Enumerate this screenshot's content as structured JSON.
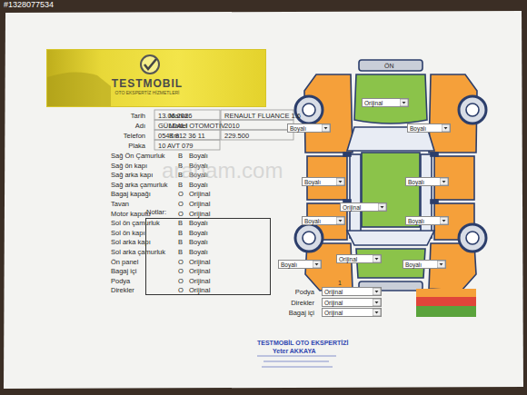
{
  "diagram": {
    "nodes": [
      {
        "text": [
          "TESTMOBIL",
          "OTO EKSPERTİZ HİZMETLERİ"
        ]
      },
      {
        "text": [
          "Notlar:"
        ]
      },
      {
        "text": [
          "Orijinal"
        ]
      },
      {
        "text": [
          "Boyalı"
        ]
      },
      {
        "text": [
          "Boyalı"
        ]
      },
      {
        "text": [
          "Boyalı"
        ]
      },
      {
        "text": [
          "Boyalı"
        ]
      },
      {
        "text": [
          "Orijinal"
        ]
      },
      {
        "text": [
          "Boyalı"
        ]
      },
      {
        "text": [
          "Boyalı"
        ]
      },
      {
        "text": [
          "Orijinal"
        ]
      },
      {
        "text": [
          "Boyalı"
        ]
      },
      {
        "text": [
          "Boyalı"
        ]
      },
      {
        "text": [
          "Orijinal"
        ]
      },
      {
        "text": [
          "Orijinal"
        ]
      },
      {
        "text": [
          "Orijinal"
        ]
      }
    ],
    "labels": [
      "#1328077534",
      "Tarih",
      "13.06.2026",
      "Adı",
      "GÜLDALI OTOMOTİV",
      "Telefon",
      "0543 812 36 11",
      "Plaka",
      "10 AVT 079",
      "Marka",
      "RENAULT FLUANCE 1.6",
      "Model",
      "2010",
      "Km",
      "229.500",
      "Sağ Ön Çamurluk",
      "B",
      "Boyalı",
      "Sağ ön kapı",
      "B",
      "Boyalı",
      "Sağ arka kapı",
      "B",
      "Boyalı",
      "Sağ arka çamurluk",
      "B",
      "Boyalı",
      "Bagaj kapağı",
      "O",
      "Orijinal",
      "Tavan",
      "O",
      "Orijinal",
      "Motor kaputu",
      "O",
      "Orijinal",
      "Sol ön çamurluk",
      "B",
      "Boyalı",
      "Sol ön kapı",
      "B",
      "Boyalı",
      "Sol arka kapı",
      "B",
      "Boyalı",
      "Sol arka çamurluk",
      "B",
      "Boyalı",
      "Ön panel",
      "O",
      "Orijinal",
      "Bagaj içi",
      "O",
      "Orijinal",
      "Podya",
      "O",
      "Orijinal",
      "Direkler",
      "O",
      "Orijinal",
      "ÖN",
      "1",
      "Podya",
      "Direkler",
      "Bagaj içi",
      "arabam.com",
      "TESTMOBİL OTO EKSPERTİZİ",
      "Yeter AKKAYA"
    ]
  }
}
